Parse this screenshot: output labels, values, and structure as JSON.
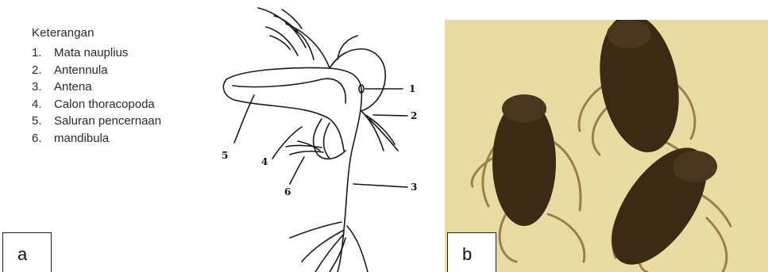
{
  "panel_a": {
    "legend_title": "Keterangan",
    "legend_items": [
      {
        "num": "1.",
        "text": "Mata nauplius"
      },
      {
        "num": "2.",
        "text": "Antennula"
      },
      {
        "num": "3.",
        "text": "Antena"
      },
      {
        "num": "4.",
        "text": "Calon thoracopoda"
      },
      {
        "num": "5.",
        "text": "Saluran pencernaan"
      },
      {
        "num": "6.",
        "text": "mandibula"
      }
    ],
    "diagram_labels": [
      "1",
      "2",
      "3",
      "4",
      "5",
      "6"
    ],
    "panel_label": "a"
  },
  "panel_b": {
    "panel_label": "b",
    "colors": {
      "background": "#e6d99a",
      "larva": "#3a2a14",
      "appendage": "#9a7a45"
    }
  }
}
